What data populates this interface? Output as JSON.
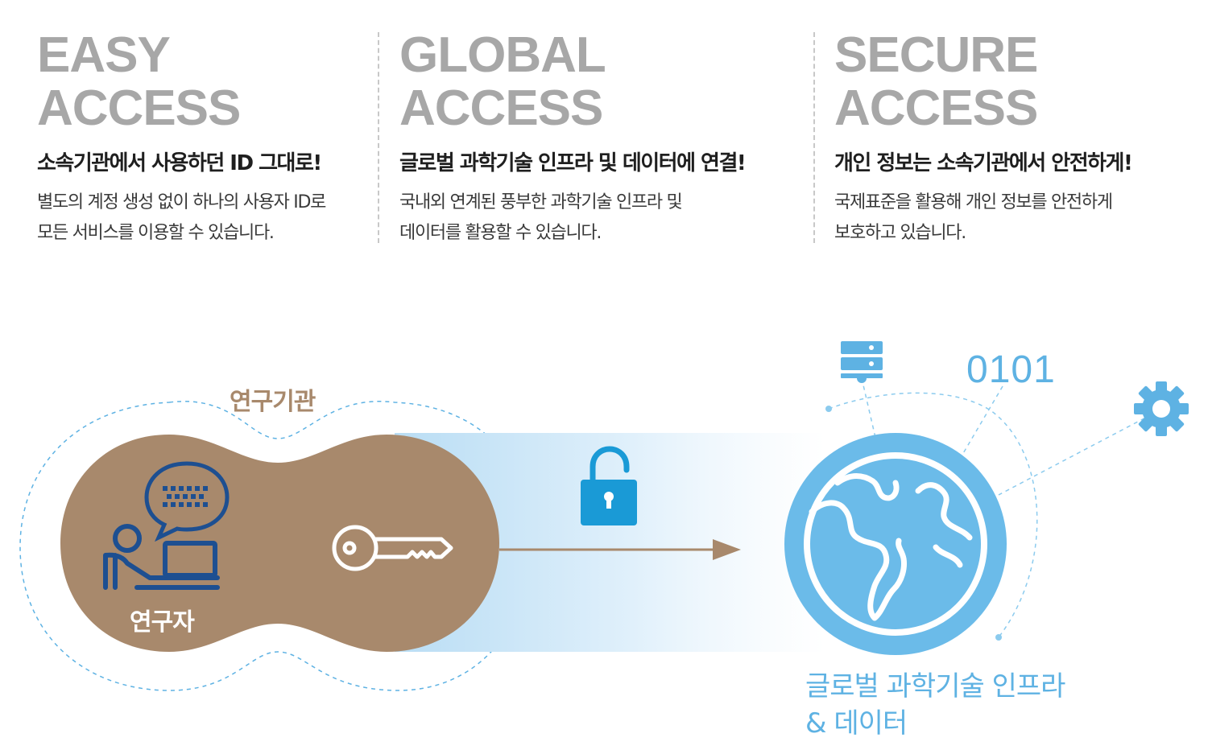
{
  "columns": [
    {
      "title_line1": "EASY",
      "title_line2": "ACCESS",
      "headline": "소속기관에서 사용하던 ID 그대로!",
      "desc_line1": "별도의 계정 생성 없이 하나의 사용자 ID로",
      "desc_line2": "모든 서비스를 이용할 수 있습니다."
    },
    {
      "title_line1": "GLOBAL",
      "title_line2": "ACCESS",
      "headline": "글로벌 과학기술 인프라 및 데이터에 연결!",
      "desc_line1": "국내외 연계된 풍부한 과학기술 인프라 및",
      "desc_line2": "데이터를 활용할 수 있습니다."
    },
    {
      "title_line1": "SECURE",
      "title_line2": "ACCESS",
      "headline": "개인 정보는 소속기관에서 안전하게!",
      "desc_line1": "국제표준을 활용해 개인 정보를 안전하게",
      "desc_line2": "보호하고 있습니다."
    }
  ],
  "diagram": {
    "organization_label": "연구기관",
    "researcher_label": "연구자",
    "binary_text": "0101",
    "infra_label_line1": "글로벌 과학기술 인프라",
    "infra_label_line2": "& 데이터",
    "icons": [
      "researcher-computer-icon",
      "speech-bubble-icon",
      "key-icon",
      "unlocked-padlock-icon",
      "arrow-icon",
      "server-icon",
      "globe-icon",
      "gear-icon"
    ],
    "colors": {
      "title_gray": "#a7a7a7",
      "organization_brown": "#a8896c",
      "researcher_navy": "#1d4f91",
      "infra_blue": "#5eb2e3",
      "padlock_blue": "#1a9ad6"
    }
  }
}
